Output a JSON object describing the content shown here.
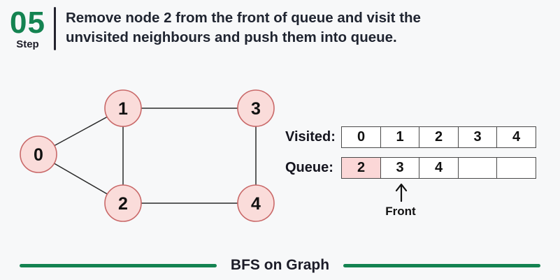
{
  "step": {
    "number": "05",
    "label": "Step",
    "description": "Remove node 2 from the front of queue and visit the unvisited neighbours and push them into queue."
  },
  "graph": {
    "nodes": [
      {
        "id": "0",
        "label": "0"
      },
      {
        "id": "1",
        "label": "1"
      },
      {
        "id": "2",
        "label": "2"
      },
      {
        "id": "3",
        "label": "3"
      },
      {
        "id": "4",
        "label": "4"
      }
    ],
    "edges": [
      [
        "0",
        "1"
      ],
      [
        "0",
        "2"
      ],
      [
        "1",
        "2"
      ],
      [
        "1",
        "3"
      ],
      [
        "2",
        "4"
      ],
      [
        "3",
        "4"
      ]
    ]
  },
  "visited": {
    "label": "Visited:",
    "cells": [
      "0",
      "1",
      "2",
      "3",
      "4"
    ]
  },
  "queue": {
    "label": "Queue:",
    "cells": [
      "2",
      "3",
      "4",
      "",
      ""
    ],
    "highlighted_index": 0,
    "front_index": 1,
    "front_label": "Front"
  },
  "footer": {
    "title": "BFS on Graph"
  },
  "colors": {
    "accent_green": "#148351",
    "node_fill": "#fadcda",
    "node_border": "#c96868",
    "queue_highlight": "#fbd7d7",
    "text_dark": "#1f2430"
  }
}
